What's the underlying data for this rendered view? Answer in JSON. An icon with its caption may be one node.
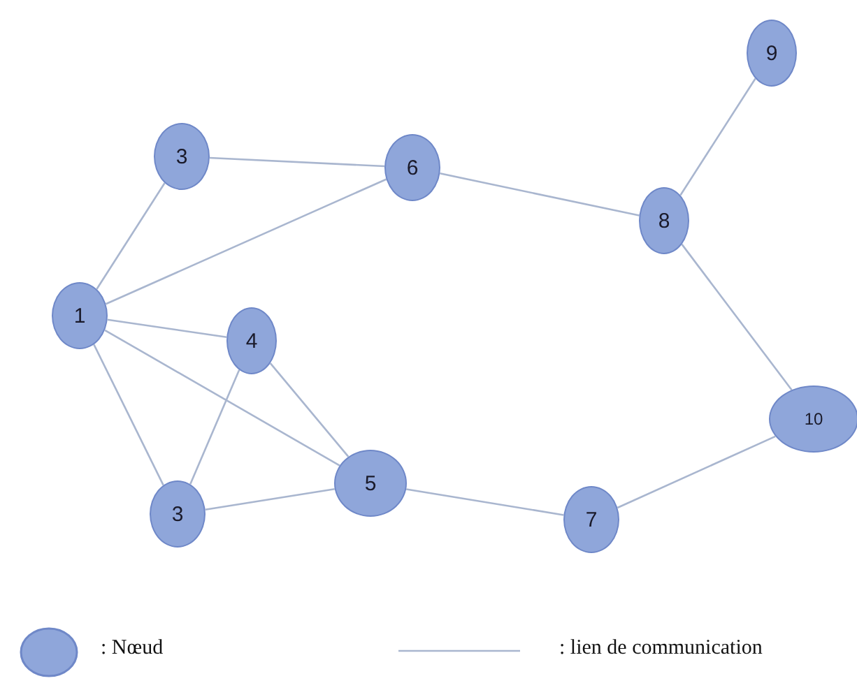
{
  "diagram": {
    "nodes": [
      {
        "text": [
          "1"
        ]
      },
      {
        "text": [
          "3"
        ]
      },
      {
        "text": [
          "6"
        ]
      },
      {
        "text": [
          "9"
        ]
      },
      {
        "text": [
          "8"
        ]
      },
      {
        "text": [
          "4"
        ]
      },
      {
        "text": [
          "10"
        ]
      },
      {
        "text": [
          "3"
        ]
      },
      {
        "text": [
          "5"
        ]
      },
      {
        "text": [
          "7"
        ]
      }
    ],
    "edges": [
      {
        "from": 0,
        "to": 1,
        "arrow": "none"
      },
      {
        "from": 0,
        "to": 2,
        "arrow": "none"
      },
      {
        "from": 0,
        "to": 5,
        "arrow": "none"
      },
      {
        "from": 0,
        "to": 7,
        "arrow": "none"
      },
      {
        "from": 0,
        "to": 8,
        "arrow": "none"
      },
      {
        "from": 1,
        "to": 2,
        "arrow": "none"
      },
      {
        "from": 2,
        "to": 4,
        "arrow": "none"
      },
      {
        "from": 3,
        "to": 4,
        "arrow": "none"
      },
      {
        "from": 4,
        "to": 6,
        "arrow": "none"
      },
      {
        "from": 5,
        "to": 7,
        "arrow": "none"
      },
      {
        "from": 5,
        "to": 8,
        "arrow": "none"
      },
      {
        "from": 7,
        "to": 8,
        "arrow": "none"
      },
      {
        "from": 8,
        "to": 9,
        "arrow": "none"
      },
      {
        "from": 9,
        "to": 6,
        "arrow": "none"
      }
    ],
    "legend": [
      {
        "text": ": Nœud"
      },
      {
        "text": ": lien de communication"
      }
    ]
  }
}
